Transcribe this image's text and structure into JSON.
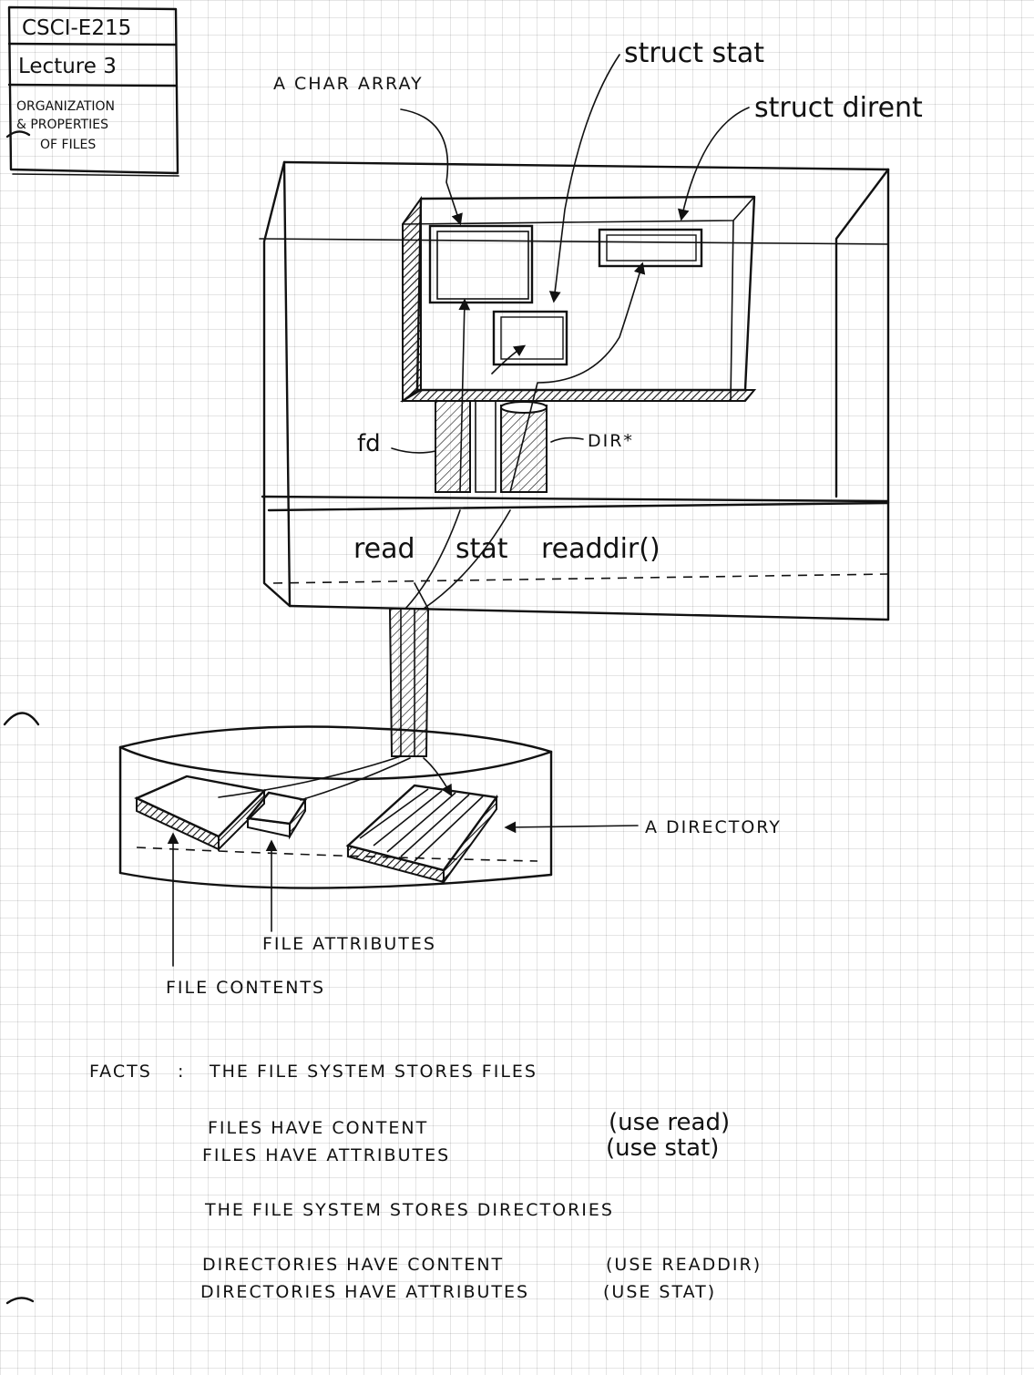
{
  "title_box": {
    "course": "CSCI-E215",
    "lecture": "Lecture 3",
    "topic_line1": "ORGANIZATION",
    "topic_line2": "& PROPERTIES",
    "topic_line3": "OF FILES"
  },
  "diagram": {
    "label_char_array": "A CHAR ARRAY",
    "label_struct_stat": "struct stat",
    "label_struct_dirent": "struct dirent",
    "label_fd": "fd",
    "label_dir": "DIR*",
    "call_read": "read",
    "call_stat": "stat",
    "call_readdir": "readdir()",
    "label_directory": "A DIRECTORY",
    "label_file_attributes": "FILE ATTRIBUTES",
    "label_file_contents": "FILE CONTENTS"
  },
  "facts": {
    "heading": "FACTS",
    "line1": "THE FILE SYSTEM STORES FILES",
    "line2_left": "FILES HAVE CONTENT",
    "line2_right": "(use read)",
    "line3_left": "FILES HAVE ATTRIBUTES",
    "line3_right": "(use stat)",
    "line4": "THE FILE SYSTEM STORES DIRECTORIES",
    "line5_left": "DIRECTORIES HAVE CONTENT",
    "line5_right": "(USE READDIR)",
    "line6_left": "DIRECTORIES HAVE ATTRIBUTES",
    "line6_right": "(USE STAT)"
  }
}
